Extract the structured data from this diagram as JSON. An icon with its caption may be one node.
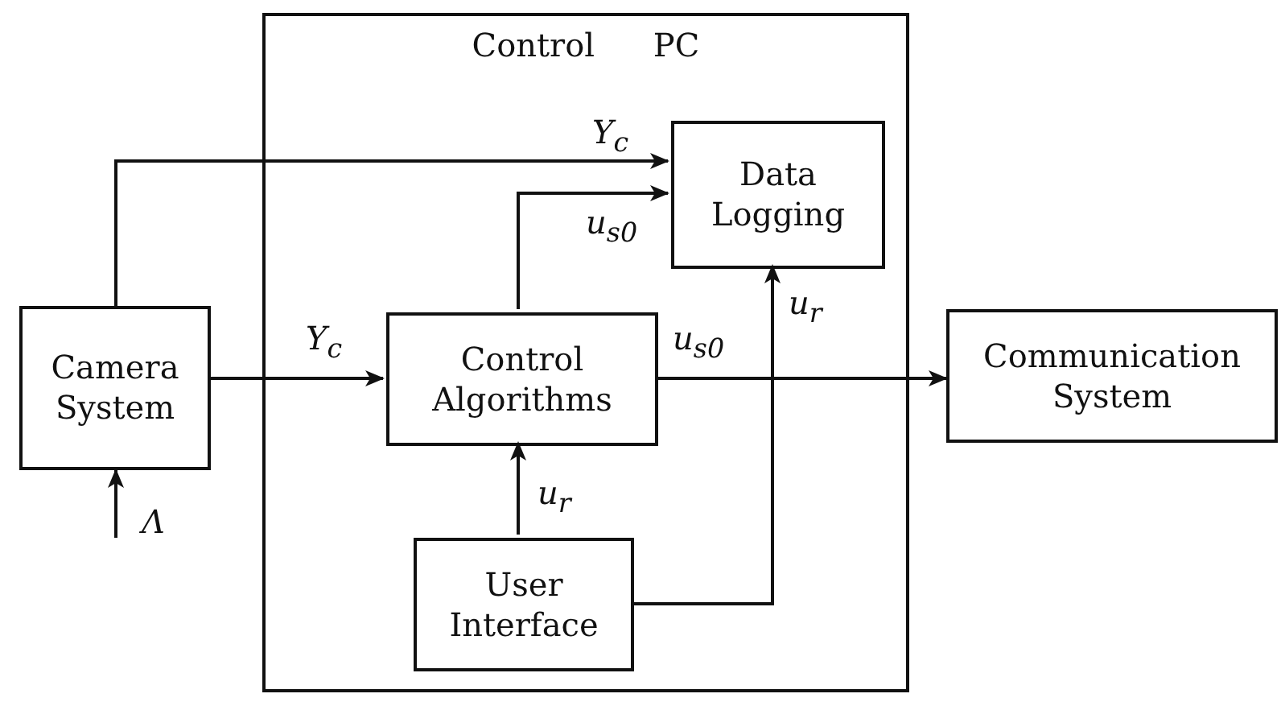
{
  "diagram": {
    "nodes": [
      {
        "text": [
          "Control PC"
        ]
      },
      {
        "text": [
          "Camera System"
        ]
      },
      {
        "text": [
          "Control Algorithms"
        ],
        "in": 0
      },
      {
        "text": [
          "Data Logging"
        ],
        "in": 0
      },
      {
        "text": [
          "User Interface"
        ],
        "in": 0
      },
      {
        "text": [
          "Communication System"
        ]
      }
    ],
    "edges": [
      {
        "from": null,
        "to": 1,
        "arrow": "to",
        "label": "Λ"
      },
      {
        "from": 1,
        "to": 2,
        "arrow": "to",
        "label": "Y$_{c}$"
      },
      {
        "from": 1,
        "to": 3,
        "arrow": "to",
        "label": "Y$_{c}$"
      },
      {
        "from": 2,
        "to": 3,
        "arrow": "to",
        "label": "u$_{s0}$"
      },
      {
        "from": 2,
        "to": 5,
        "arrow": "to",
        "label": "u$_{s0}$"
      },
      {
        "from": 4,
        "to": 2,
        "arrow": "to",
        "label": "u$_{r}$"
      },
      {
        "from": 4,
        "to": 3,
        "arrow": "to",
        "label": "u$_{r}$"
      }
    ]
  }
}
